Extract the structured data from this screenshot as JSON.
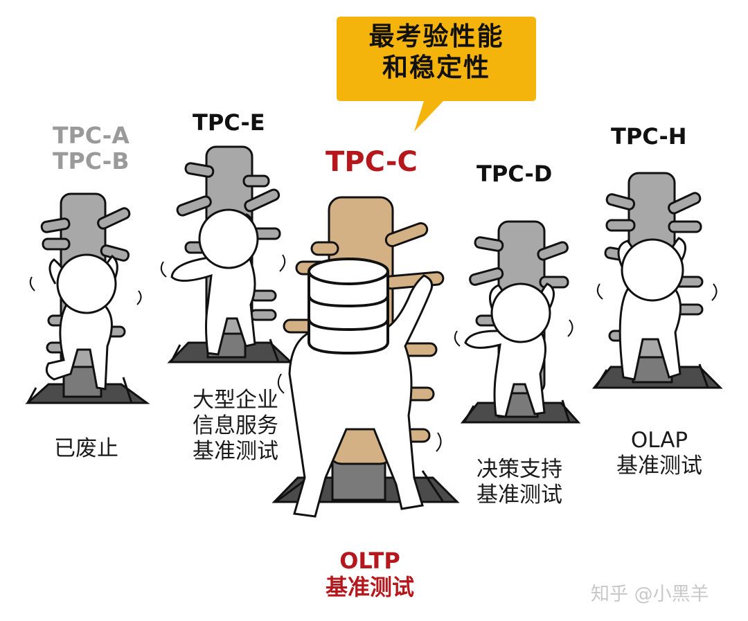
{
  "bubble": {
    "line1": "最考验性能",
    "line2": "和稳定性",
    "color": "#f5b40c"
  },
  "benchmarks": [
    {
      "name": "TPC-A",
      "name2": "TPC-B",
      "desc": [
        "已废止"
      ],
      "label_color": "#9a9a9a",
      "dummy_color": "#a8a8a8"
    },
    {
      "name": "TPC-E",
      "desc": [
        "大型企业",
        "信息服务",
        "基准测试"
      ],
      "label_color": "#111111",
      "dummy_color": "#a8a8a8"
    },
    {
      "name": "TPC-C",
      "desc": [
        "OLTP",
        "基准测试"
      ],
      "label_color": "#b5171c",
      "dummy_color": "#d4b184"
    },
    {
      "name": "TPC-D",
      "desc": [
        "决策支持",
        "基准测试"
      ],
      "label_color": "#111111",
      "dummy_color": "#a8a8a8"
    },
    {
      "name": "TPC-H",
      "desc": [
        "OLAP",
        "基准测试"
      ],
      "label_color": "#111111",
      "dummy_color": "#a8a8a8"
    }
  ],
  "watermark": "知乎 @小黑羊"
}
